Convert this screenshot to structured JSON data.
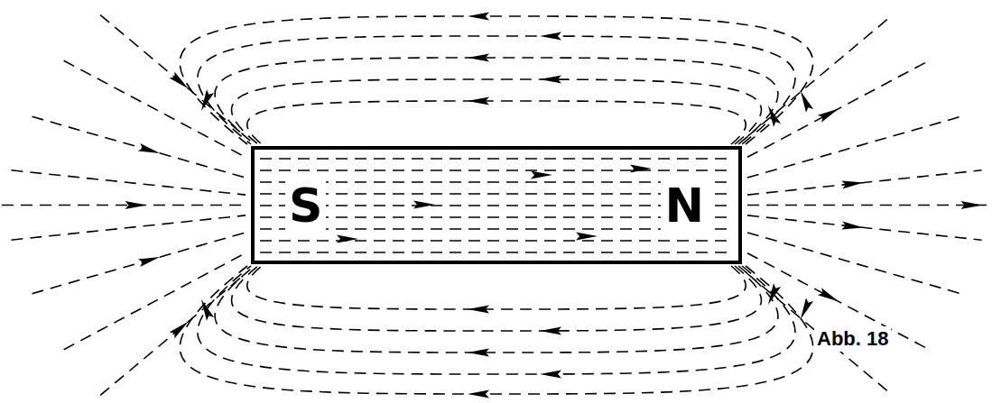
{
  "diagram": {
    "nodes": [
      {
        "text": [
          "S",
          "N"
        ]
      }
    ],
    "labels": [
      "Abb. 18"
    ]
  }
}
